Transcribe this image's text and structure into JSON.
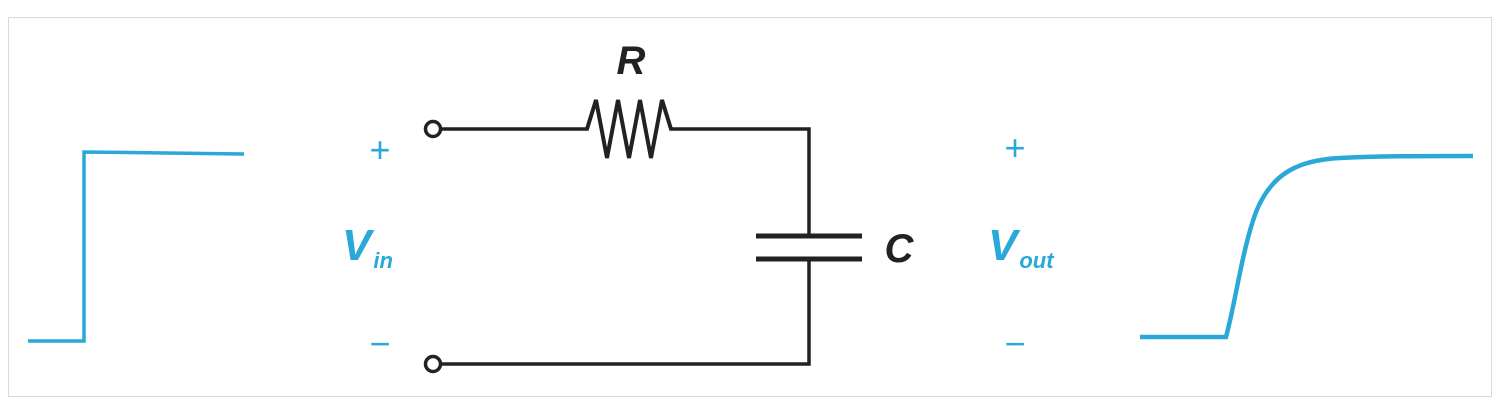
{
  "diagram": {
    "resistor_label": "R",
    "capacitor_label": "C",
    "input": {
      "plus": "+",
      "minus": "−",
      "label": "V",
      "subscript": "in"
    },
    "output": {
      "plus": "+",
      "minus": "−",
      "label": "V",
      "subscript": "out"
    },
    "colors": {
      "accent": "#2aa8d8",
      "wire": "#222222"
    }
  }
}
